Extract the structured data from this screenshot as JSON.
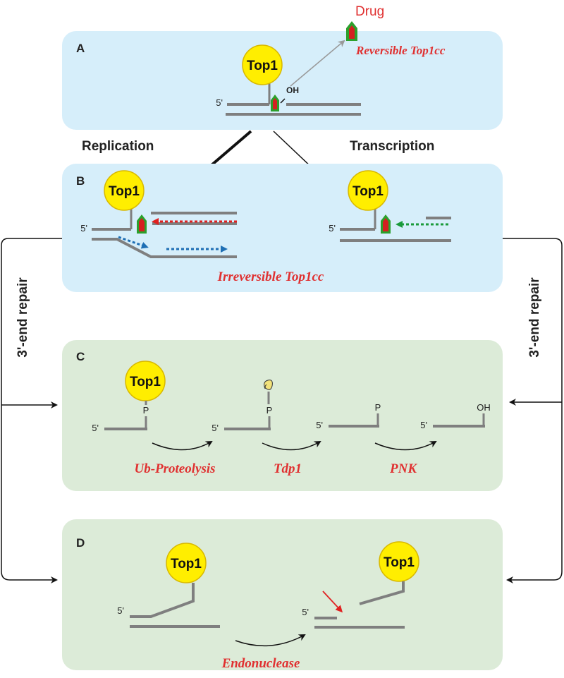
{
  "panels": {
    "a": {
      "letter": "A",
      "caption": "Reversible Top1cc"
    },
    "b": {
      "letter": "B",
      "caption": "Irreversible Top1cc"
    },
    "c": {
      "letter": "C"
    },
    "d": {
      "letter": "D"
    }
  },
  "drug_label": "Drug",
  "oh_label": "OH",
  "p_label": "P",
  "five_prime": "5'",
  "top1_label": "Top1",
  "flow": {
    "replication": "Replication",
    "transcription": "Transcription",
    "repair_left": "3'-end repair",
    "repair_right": "3'-end repair"
  },
  "steps_c": [
    "Ub-Proteolysis",
    "Tdp1",
    "PNK"
  ],
  "step_d": "Endonuclease",
  "colors": {
    "panel_blue": "#d6eefa",
    "panel_green": "#dcebd8",
    "label_red": "#e03030",
    "top1_yellow": "#ffee00",
    "dna_gray": "#7f7f7f",
    "drug_green": "#2ca02c",
    "red_arrow": "#e02020",
    "blue_arrow": "#1f6fb4",
    "green_arrow": "#1a9a3a"
  }
}
